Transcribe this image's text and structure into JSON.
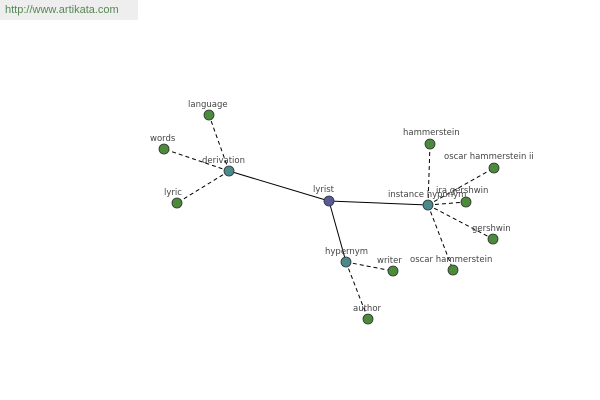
{
  "header": {
    "url": "http://www.artikata.com"
  },
  "colors": {
    "root": "#5a5a9a",
    "category": "#4a8a8a",
    "leaf": "#4c8a3c"
  },
  "graph": {
    "nodes": [
      {
        "id": "lyrist",
        "label": "lyrist",
        "kind": "root"
      },
      {
        "id": "derivation",
        "label": "derivation",
        "kind": "category"
      },
      {
        "id": "instance",
        "label": "instance hyponym",
        "kind": "category"
      },
      {
        "id": "hypernym",
        "label": "hypernym",
        "kind": "category"
      },
      {
        "id": "language",
        "label": "language",
        "kind": "leaf"
      },
      {
        "id": "words",
        "label": "words",
        "kind": "leaf"
      },
      {
        "id": "lyric",
        "label": "lyric",
        "kind": "leaf"
      },
      {
        "id": "hammerstein",
        "label": "hammerstein",
        "kind": "leaf"
      },
      {
        "id": "oscar_h_ii",
        "label": "oscar hammerstein ii",
        "kind": "leaf"
      },
      {
        "id": "ira_g",
        "label": "ira gershwin",
        "kind": "leaf"
      },
      {
        "id": "gershwin",
        "label": "gershwin",
        "kind": "leaf"
      },
      {
        "id": "oscar_h",
        "label": "oscar hammerstein",
        "kind": "leaf"
      },
      {
        "id": "writer",
        "label": "writer",
        "kind": "leaf"
      },
      {
        "id": "author",
        "label": "author",
        "kind": "leaf"
      }
    ],
    "edges": [
      {
        "from": "lyrist",
        "to": "derivation",
        "style": "solid"
      },
      {
        "from": "lyrist",
        "to": "instance",
        "style": "solid"
      },
      {
        "from": "lyrist",
        "to": "hypernym",
        "style": "solid"
      },
      {
        "from": "derivation",
        "to": "language",
        "style": "dashed"
      },
      {
        "from": "derivation",
        "to": "words",
        "style": "dashed"
      },
      {
        "from": "derivation",
        "to": "lyric",
        "style": "dashed"
      },
      {
        "from": "instance",
        "to": "hammerstein",
        "style": "dashed"
      },
      {
        "from": "instance",
        "to": "oscar_h_ii",
        "style": "dashed"
      },
      {
        "from": "instance",
        "to": "ira_g",
        "style": "dashed"
      },
      {
        "from": "instance",
        "to": "gershwin",
        "style": "dashed"
      },
      {
        "from": "instance",
        "to": "oscar_h",
        "style": "dashed"
      },
      {
        "from": "hypernym",
        "to": "writer",
        "style": "dashed"
      },
      {
        "from": "hypernym",
        "to": "author",
        "style": "dashed"
      }
    ]
  }
}
